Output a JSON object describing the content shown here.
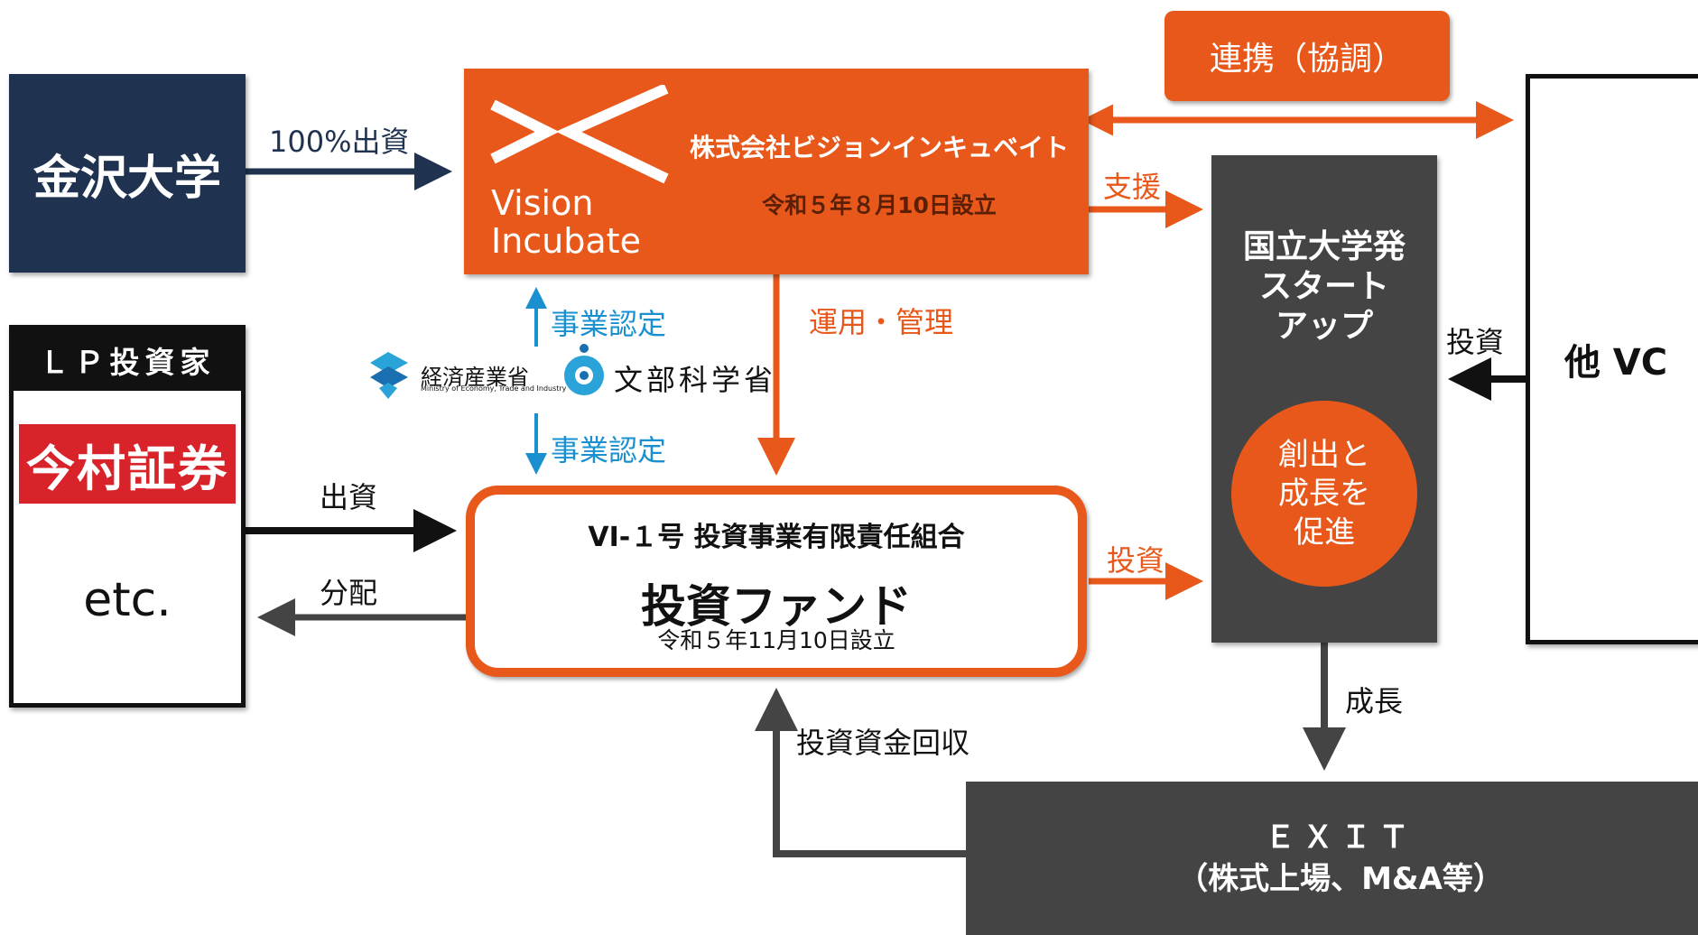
{
  "nodes": {
    "kanazawa": "金沢大学",
    "lp_header": "ＬＰ投資家",
    "imamura": "今村証券",
    "etc": "etc.",
    "vi_logo_line1": "Vision",
    "vi_logo_line2": "Incubate",
    "vi_company": "株式会社ビジョンインキュベイト",
    "vi_founded": "令和５年８月10日設立",
    "renkei": "連携（協調）",
    "other_vc": "他 VC",
    "startup_line1": "国立大学発",
    "startup_line2": "スタート",
    "startup_line3": "アップ",
    "circle_line1": "創出と",
    "circle_line2": "成長を",
    "circle_line3": "促進",
    "fund_sub": "VI-１号 投資事業有限責任組合",
    "fund_title": "投資ファンド",
    "fund_founded": "令和５年11月10日設立",
    "exit_line1": "ＥＸＩＴ",
    "exit_line2": "（株式上場、M&A等）"
  },
  "edges": {
    "kanazawa_to_vi": "100%出資",
    "vi_support": "支援",
    "vi_manage": "運用・管理",
    "cert_top": "事業認定",
    "cert_bottom": "事業認定",
    "lp_invest": "出資",
    "fund_distribute": "分配",
    "fund_invest": "投資",
    "vc_invest": "投資",
    "growth": "成長",
    "recovery": "投資資金回収"
  },
  "ministries": {
    "meti_name": "経済産業省",
    "meti_en": "Ministry of Economy, Trade and Industry",
    "mext_name": "文部科学省"
  },
  "colors": {
    "orange": "#e8581b",
    "navy": "#1f3350",
    "dark_gray": "#444444",
    "black": "#111111",
    "blue": "#1a90d0",
    "red": "#d8232a"
  }
}
